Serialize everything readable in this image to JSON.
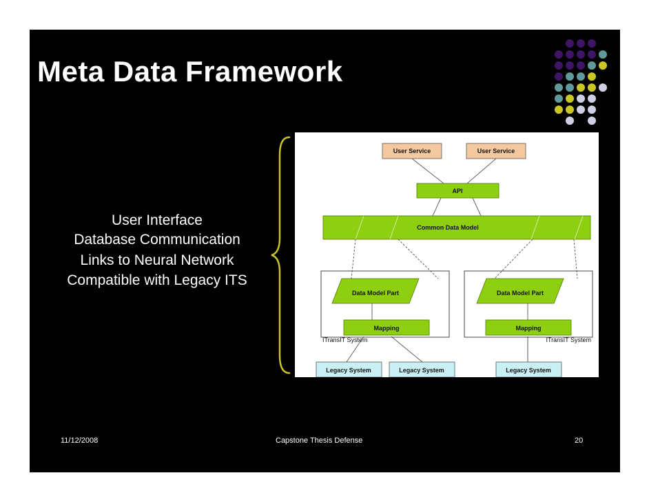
{
  "slide": {
    "title": "Meta Data Framework",
    "bullets": [
      "User Interface",
      "Database Communication",
      "Links to Neural Network",
      "Compatible with Legacy ITS"
    ],
    "footer": {
      "date": "11/12/2008",
      "center": "Capstone Thesis Defense",
      "page": "20"
    }
  },
  "diagram": {
    "user_service_left": "User Service",
    "user_service_right": "User Service",
    "api": "API",
    "common_data_model": "Common Data Model",
    "data_model_part_left": "Data Model Part",
    "data_model_part_right": "Data Model Part",
    "mapping_left": "Mapping",
    "mapping_right": "Mapping",
    "system_left": "ITransIT System",
    "system_right": "ITransIT System",
    "legacy_1": "Legacy System",
    "legacy_2": "Legacy System",
    "legacy_3": "Legacy System"
  },
  "colors": {
    "background": "#000000",
    "user_service_fill": "#f5c9a0",
    "green_fill": "#8fcf12",
    "legacy_fill": "#c9f0f4",
    "brace": "#c9c22a",
    "dot_purple": "#3d1466",
    "dot_teal": "#5f9a9c",
    "dot_yellow": "#c9c821",
    "dot_light": "#cfd0e6"
  }
}
